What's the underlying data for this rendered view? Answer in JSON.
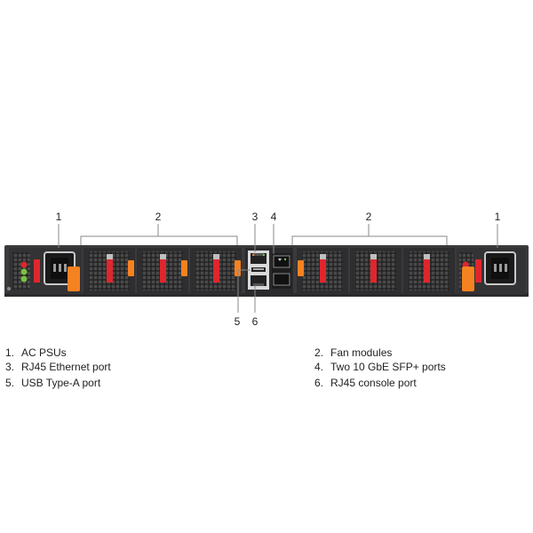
{
  "callouts": {
    "psu_left": "1",
    "psu_right": "1",
    "fans_left": "2",
    "fans_right": "2",
    "rj45_ethernet": "3",
    "sfp_ports": "4",
    "usb_port": "5",
    "console_port": "6"
  },
  "legend": [
    {
      "num": "1.",
      "text": "AC PSUs"
    },
    {
      "num": "2.",
      "text": "Fan modules"
    },
    {
      "num": "3.",
      "text": "RJ45 Ethernet port"
    },
    {
      "num": "4.",
      "text": "Two 10 GbE SFP+ ports"
    },
    {
      "num": "5.",
      "text": "USB Type-A port"
    },
    {
      "num": "6.",
      "text": "RJ45 console port"
    }
  ],
  "colors": {
    "chassis": "#3a3a3c",
    "bay": "#2a2a2a",
    "latch_red": "#e0262d",
    "latch_orange": "#f58220",
    "led_green": "#7ac142",
    "led_red": "#e0262d",
    "callout_line": "#888888"
  },
  "icons": [
    "power-inlet-icon",
    "fan-grille-icon",
    "rj45-port-icon",
    "sfp-port-icon",
    "usb-port-icon"
  ]
}
